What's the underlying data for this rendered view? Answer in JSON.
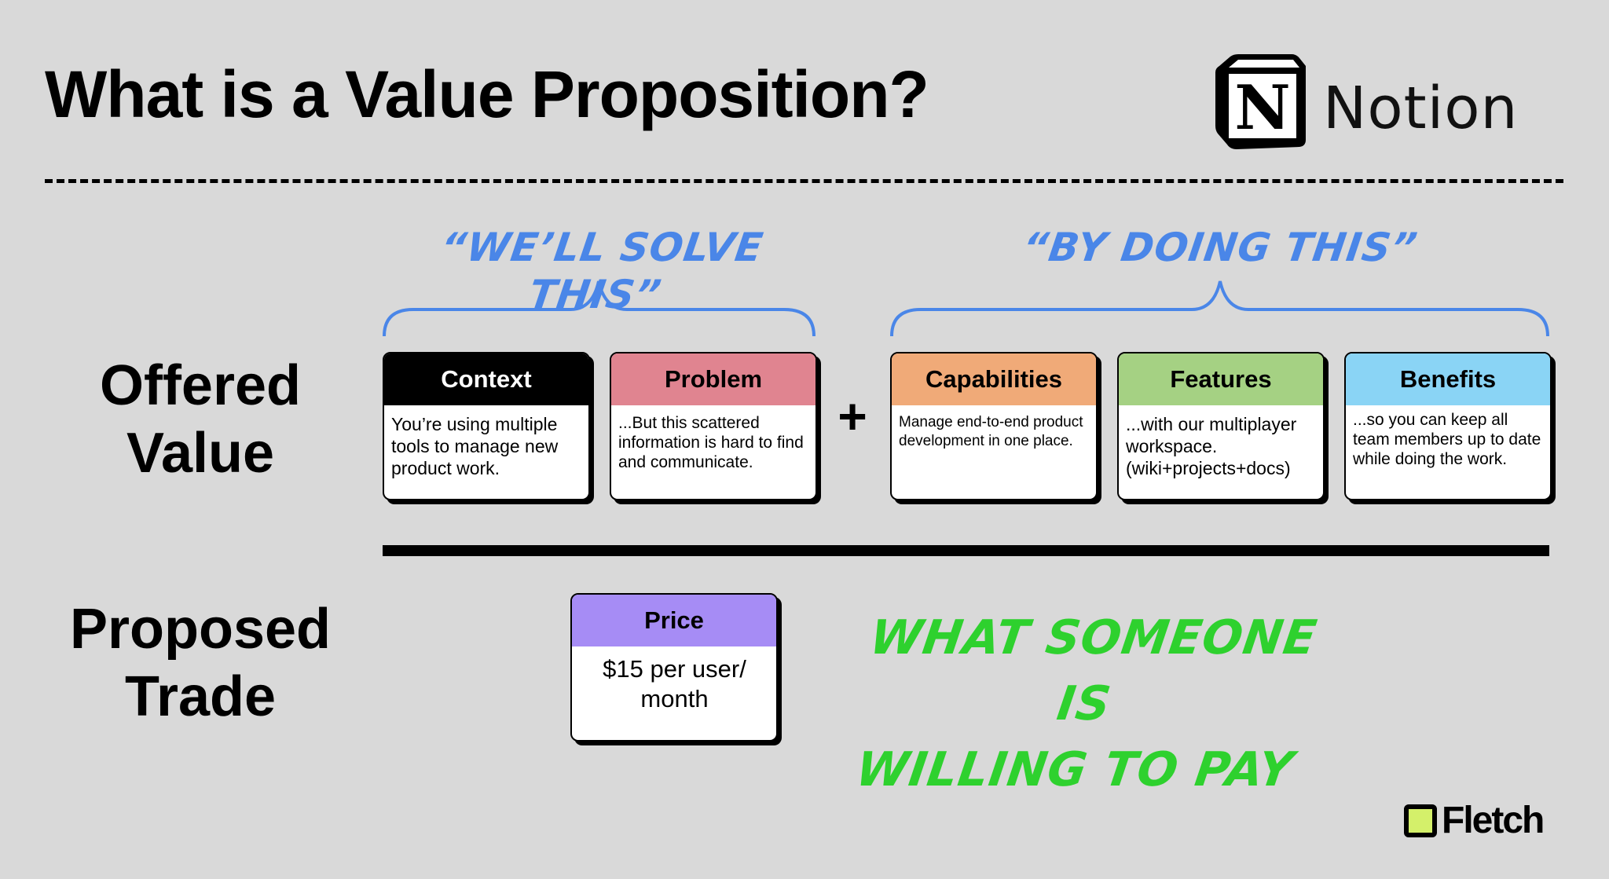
{
  "header": {
    "title": "What is a Value Proposition?",
    "brand_logo": {
      "icon": "notion-cube-icon",
      "name": "Notion"
    }
  },
  "annotations": {
    "solve_label": "“We’ll solve this”",
    "doing_label": "“By doing this”",
    "pay_label_line1": "What someone is",
    "pay_label_line2": "willing to pay",
    "colors": {
      "blue": "#4a86e8",
      "green": "#2ed12e"
    }
  },
  "sections": {
    "offered_value": {
      "line1": "Offered",
      "line2": "Value"
    },
    "proposed_trade": {
      "line1": "Proposed",
      "line2": "Trade"
    }
  },
  "operator": "+",
  "cards": [
    {
      "title": "Context",
      "color": "#000000",
      "title_color": "#ffffff",
      "body": "You’re using multiple tools to manage new product work."
    },
    {
      "title": "Problem",
      "color": "#e08490",
      "title_color": "#000000",
      "body": "...But this scattered information is hard to find and communicate."
    },
    {
      "title": "Capabilities",
      "color": "#f0aa78",
      "title_color": "#000000",
      "body": "Manage end-to-end product development in one place."
    },
    {
      "title": "Features",
      "color": "#a5d183",
      "title_color": "#000000",
      "body": "...with our multiplayer workspace. (wiki+projects+docs)"
    },
    {
      "title": "Benefits",
      "color": "#8ad4f5",
      "title_color": "#000000",
      "body": "...so you can keep all team members up to date while doing the work."
    }
  ],
  "price_card": {
    "title": "Price",
    "color": "#a68cf5",
    "body": "$15 per user/ month"
  },
  "footer": {
    "brand": "Fletch",
    "brand_color": "#d4f06a"
  }
}
